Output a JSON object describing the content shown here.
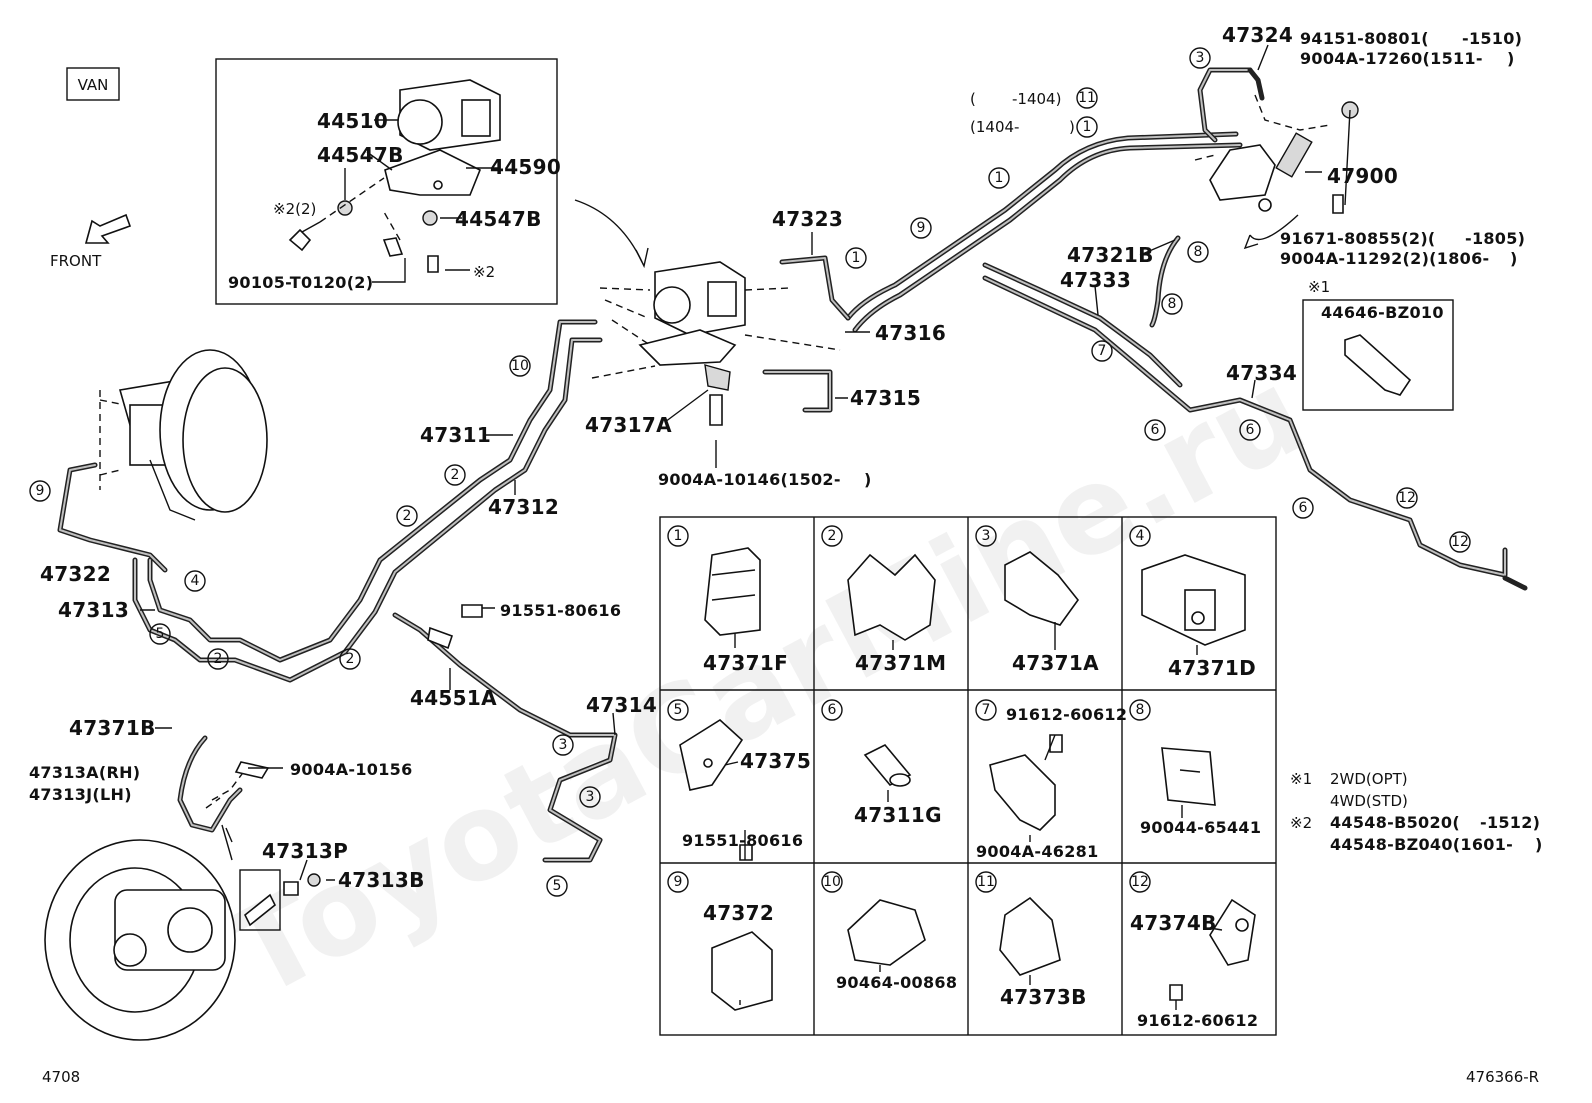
{
  "variant_label": "VAN",
  "front_label": "FRONT",
  "footer": {
    "left_code": "4708",
    "right_code": "476366-R"
  },
  "parts": {
    "p44510": "44510",
    "p44547b_a": "44547B",
    "p44590": "44590",
    "p44547b_b": "44547B",
    "p90105": "90105-T0120(2)",
    "note2_2": "※2(2)",
    "note2": "※2",
    "p47324": "47324",
    "p94151": "94151-80801(",
    "p94151_r": "-1510)",
    "p9004a17260": "9004A-17260(1511-",
    "p9004a17260_r": ")",
    "range_a": "(",
    "range_a2": "-1404)",
    "range_b": "(1404-",
    "range_b2": ")",
    "p47900": "47900",
    "p91671": "91671-80855(2)(",
    "p91671_r": "-1805)",
    "p9004a11292": "9004A-11292(2)(1806-",
    "p9004a11292_r": ")",
    "note1": "※1",
    "p44646": "44646-BZ010",
    "p47323": "47323",
    "p47316": "47316",
    "p47315": "47315",
    "p47317a": "47317A",
    "p9004a10146": "9004A-10146(1502-",
    "p9004a10146_r": ")",
    "p47311": "47311",
    "p47312": "47312",
    "p47321b": "47321B",
    "p47333": "47333",
    "p47334": "47334",
    "p47322": "47322",
    "p47313": "47313",
    "p91551": "91551-80616",
    "p44551a": "44551A",
    "p47314": "47314",
    "p47371b": "47371B",
    "p47313a": "47313A(RH)",
    "p47313j": "47313J(LH)",
    "p9004a10156": "9004A-10156",
    "p47313p": "47313P",
    "p47313b": "47313B"
  },
  "clip_grid": [
    {
      "num": "1",
      "part": "47371F"
    },
    {
      "num": "2",
      "part": "47371M"
    },
    {
      "num": "3",
      "part": "47371A"
    },
    {
      "num": "4",
      "part": "47371D"
    },
    {
      "num": "5",
      "part": "47375",
      "extra": "91551-80616"
    },
    {
      "num": "6",
      "part": "47311G"
    },
    {
      "num": "7",
      "part": "91612-60612",
      "extra": "9004A-46281"
    },
    {
      "num": "8",
      "part": "90044-65441"
    },
    {
      "num": "9",
      "part": "47372"
    },
    {
      "num": "10",
      "part": "90464-00868"
    },
    {
      "num": "11",
      "part": "47373B"
    },
    {
      "num": "12",
      "part": "47374B",
      "extra": "91612-60612"
    }
  ],
  "notes": {
    "n1_mark": "※1",
    "n1_a": "2WD(OPT)",
    "n1_b": "4WD(STD)",
    "n2_mark": "※2",
    "n2_a": "44548-B5020(",
    "n2_a_r": "-1512)",
    "n2_b": "44548-BZ040(1601-",
    "n2_b_r": ")"
  }
}
